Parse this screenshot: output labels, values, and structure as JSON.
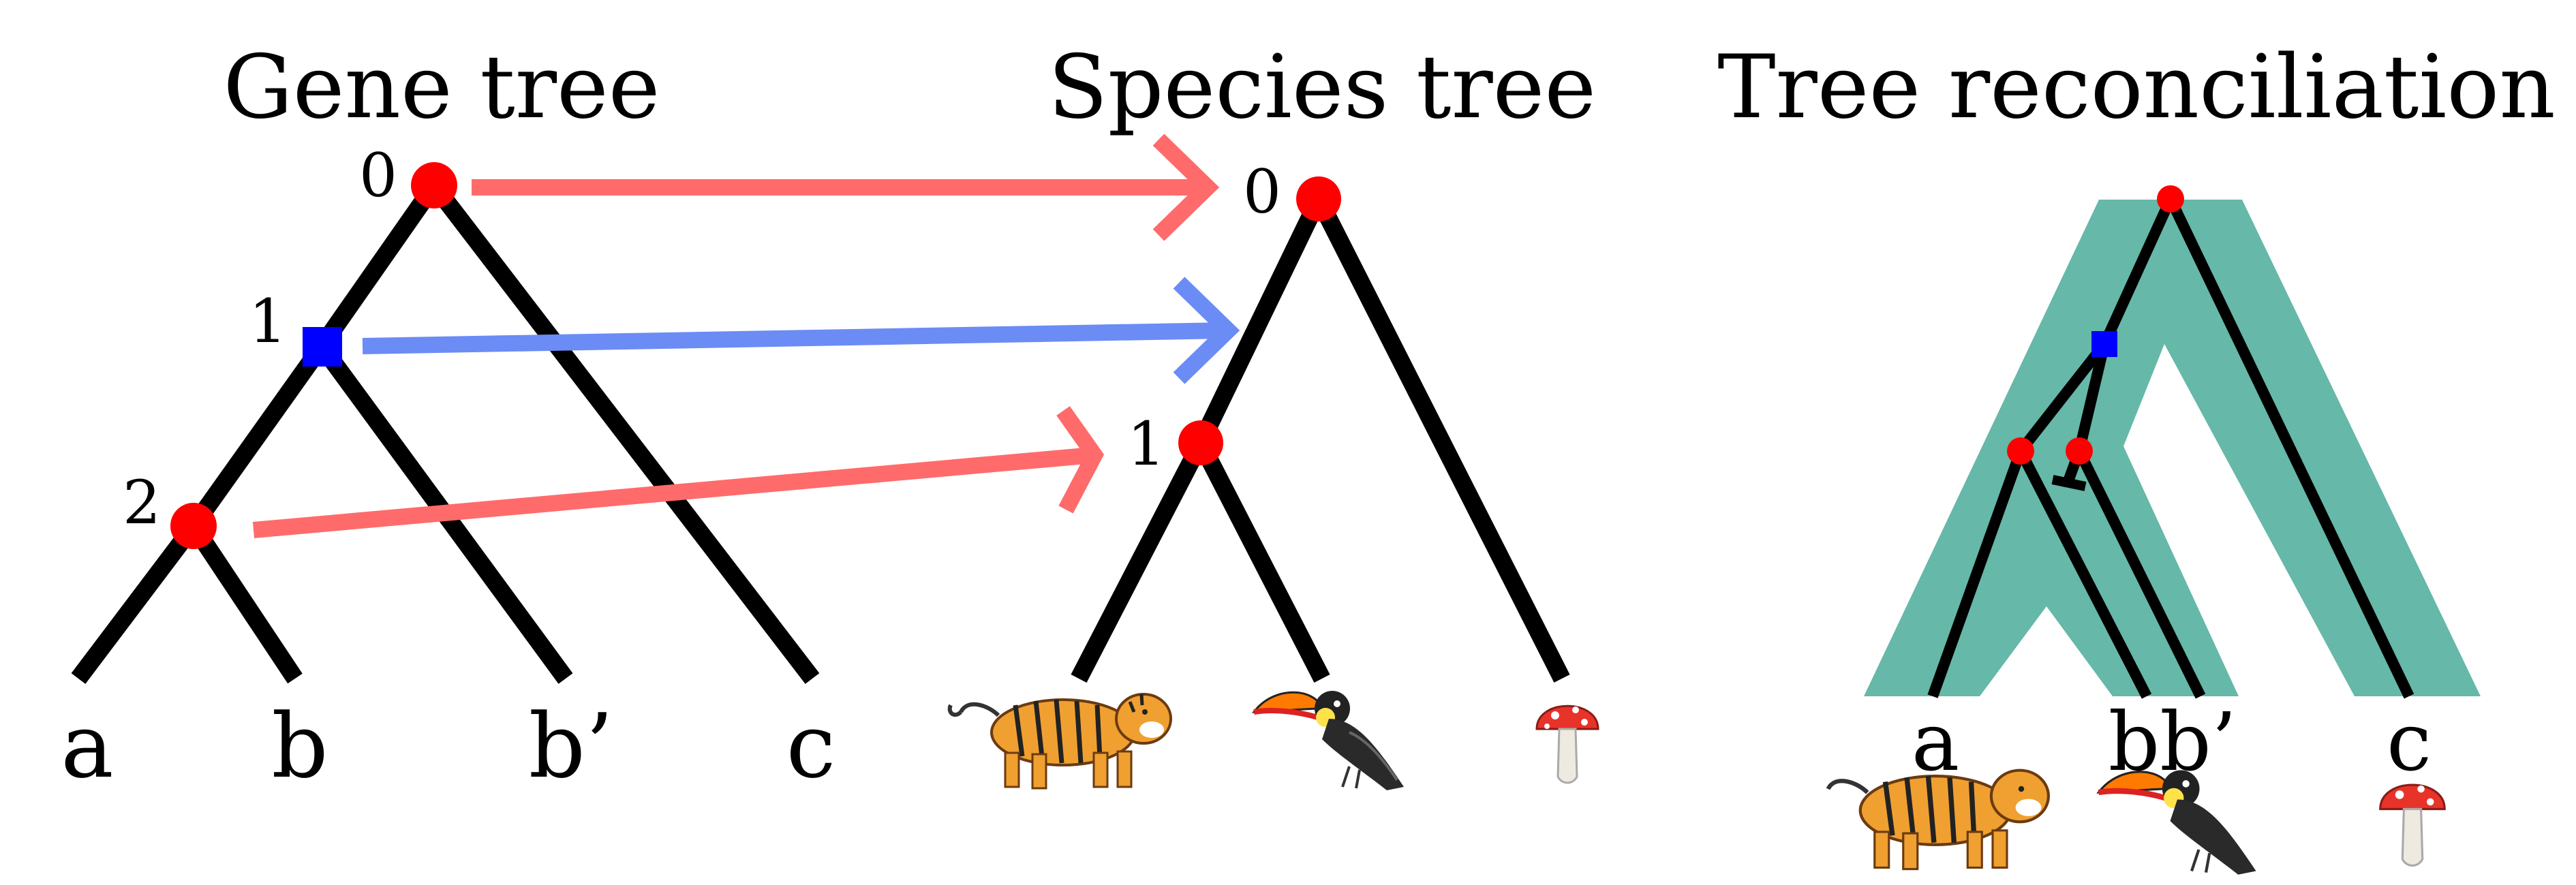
{
  "titles": {
    "gene_tree": "Gene tree",
    "species_tree": "Species tree",
    "reconciliation": "Tree reconciliation"
  },
  "gene_tree": {
    "node_labels": [
      "0",
      "1",
      "2"
    ],
    "leaves": [
      "a",
      "b",
      "b’",
      "c"
    ]
  },
  "species_tree": {
    "node_labels": [
      "0",
      "1"
    ],
    "leaves": [
      "tiger-icon",
      "toucan-icon",
      "mushroom-icon"
    ]
  },
  "reconciliation": {
    "leaves": [
      "a",
      "bb’",
      "c"
    ]
  },
  "colors": {
    "speciation": "#ff0000",
    "duplication": "#0000ff",
    "speciation_arrow": "#ff6b6b",
    "duplication_arrow": "#6b8cf5",
    "species_tube": "#66b8a8"
  }
}
